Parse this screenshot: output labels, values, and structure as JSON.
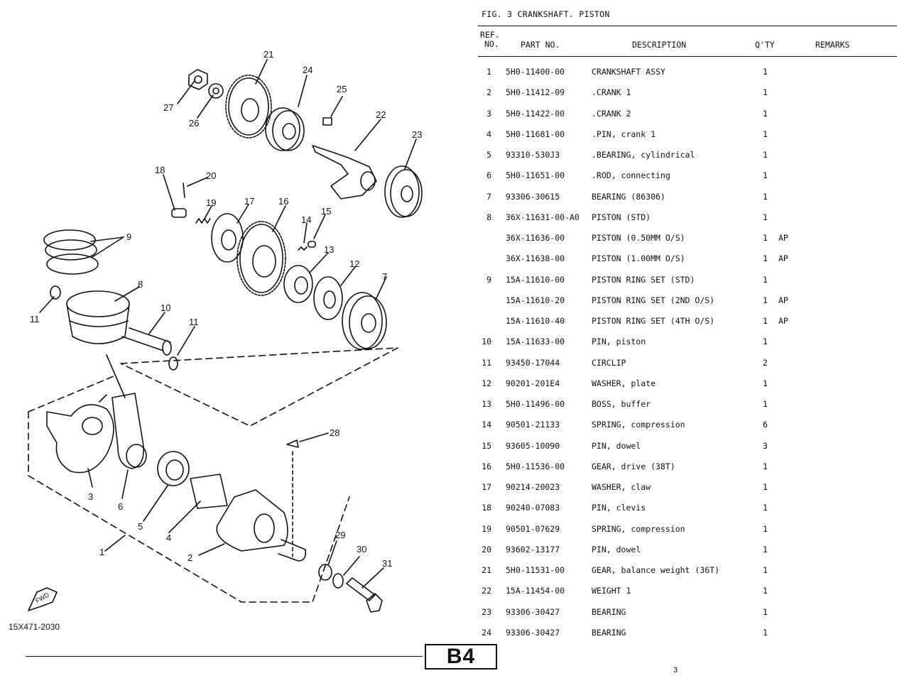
{
  "figure": {
    "title": "FIG.  3  CRANKSHAFT. PISTON",
    "drawing_code": "15X471-2030",
    "direction_label": "FWD",
    "callouts": [
      "21",
      "24",
      "25",
      "22",
      "23",
      "27",
      "26",
      "18",
      "20",
      "19",
      "17",
      "16",
      "14",
      "15",
      "13",
      "12",
      "7",
      "9",
      "8",
      "11",
      "10",
      "11",
      "28",
      "3",
      "6",
      "5",
      "4",
      "2",
      "29",
      "30",
      "31",
      "1"
    ]
  },
  "table": {
    "headers": {
      "ref": "REF.",
      "no": "NO.",
      "part_no": "PART NO.",
      "description": "DESCRIPTION",
      "qty": "Q'TY",
      "remarks": "REMARKS"
    },
    "rows": [
      {
        "ref": "1",
        "part": "5H0-11400-00",
        "desc": "CRANKSHAFT ASSY",
        "qty": "1",
        "rem": ""
      },
      {
        "ref": "2",
        "part": "5H0-11412-09",
        "desc": ".CRANK 1",
        "qty": "1",
        "rem": ""
      },
      {
        "ref": "3",
        "part": "5H0-11422-00",
        "desc": ".CRANK 2",
        "qty": "1",
        "rem": ""
      },
      {
        "ref": "4",
        "part": "5H0-11681-00",
        "desc": ".PIN, crank 1",
        "qty": "1",
        "rem": ""
      },
      {
        "ref": "5",
        "part": "93310-530J3",
        "desc": ".BEARING, cylindrical",
        "qty": "1",
        "rem": ""
      },
      {
        "ref": "6",
        "part": "5H0-11651-00",
        "desc": ".ROD, connecting",
        "qty": "1",
        "rem": ""
      },
      {
        "ref": "7",
        "part": "93306-30615",
        "desc": "BEARING (86306)",
        "qty": "1",
        "rem": ""
      },
      {
        "ref": "8",
        "part": "36X-11631-00-A0",
        "desc": "PISTON (STD)",
        "qty": "1",
        "rem": ""
      },
      {
        "ref": "",
        "part": "36X-11636-00",
        "desc": "PISTON (0.50MM O/S)",
        "qty": "1",
        "rem": "AP"
      },
      {
        "ref": "",
        "part": "36X-11638-00",
        "desc": "PISTON (1.00MM O/S)",
        "qty": "1",
        "rem": "AP"
      },
      {
        "ref": "9",
        "part": "15A-11610-00",
        "desc": "PISTON RING SET (STD)",
        "qty": "1",
        "rem": ""
      },
      {
        "ref": "",
        "part": "15A-11610-20",
        "desc": "PISTON RING SET (2ND O/S)",
        "qty": "1",
        "rem": "AP"
      },
      {
        "ref": "",
        "part": "15A-11610-40",
        "desc": "PISTON RING SET (4TH O/S)",
        "qty": "1",
        "rem": "AP"
      },
      {
        "ref": "10",
        "part": "15A-11633-00",
        "desc": "PIN, piston",
        "qty": "1",
        "rem": ""
      },
      {
        "ref": "11",
        "part": "93450-17044",
        "desc": "CIRCLIP",
        "qty": "2",
        "rem": ""
      },
      {
        "ref": "12",
        "part": "90201-201E4",
        "desc": "WASHER, plate",
        "qty": "1",
        "rem": ""
      },
      {
        "ref": "13",
        "part": "5H0-11496-00",
        "desc": "BOSS, buffer",
        "qty": "1",
        "rem": ""
      },
      {
        "ref": "14",
        "part": "90501-21133",
        "desc": "SPRING, compression",
        "qty": "6",
        "rem": ""
      },
      {
        "ref": "15",
        "part": "93605-10090",
        "desc": "PIN, dowel",
        "qty": "3",
        "rem": ""
      },
      {
        "ref": "16",
        "part": "5H0-11536-00",
        "desc": "GEAR, drive (38T)",
        "qty": "1",
        "rem": ""
      },
      {
        "ref": "17",
        "part": "90214-20023",
        "desc": "WASHER, claw",
        "qty": "1",
        "rem": ""
      },
      {
        "ref": "18",
        "part": "90240-07083",
        "desc": "PIN, clevis",
        "qty": "1",
        "rem": ""
      },
      {
        "ref": "19",
        "part": "90501-07629",
        "desc": "SPRING, compression",
        "qty": "1",
        "rem": ""
      },
      {
        "ref": "20",
        "part": "93602-13177",
        "desc": "PIN, dowel",
        "qty": "1",
        "rem": ""
      },
      {
        "ref": "21",
        "part": "5H0-11531-00",
        "desc": "GEAR, balance weight (36T)",
        "qty": "1",
        "rem": ""
      },
      {
        "ref": "22",
        "part": "15A-11454-00",
        "desc": "WEIGHT 1",
        "qty": "1",
        "rem": ""
      },
      {
        "ref": "23",
        "part": "93306-30427",
        "desc": "BEARING",
        "qty": "1",
        "rem": ""
      },
      {
        "ref": "24",
        "part": "93306-30427",
        "desc": "BEARING",
        "qty": "1",
        "rem": ""
      }
    ]
  },
  "footer": {
    "section_badge": "B4",
    "page_number": "3"
  }
}
